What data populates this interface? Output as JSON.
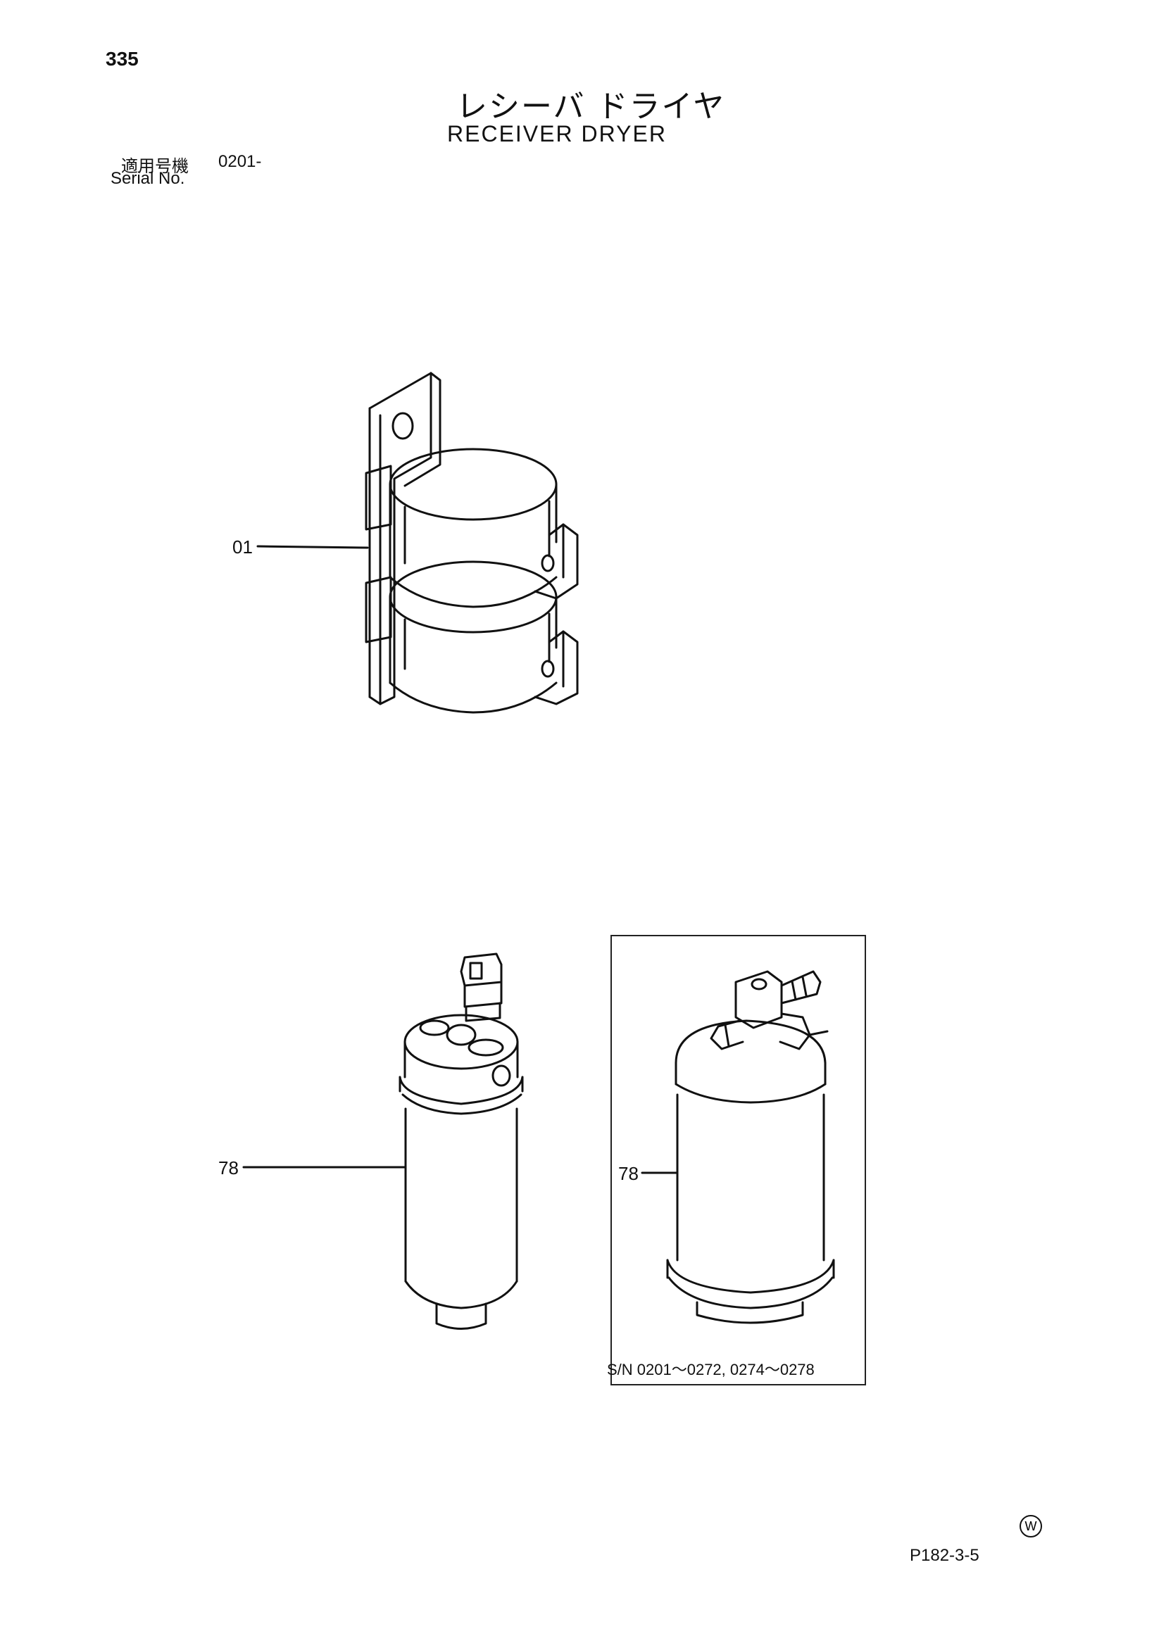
{
  "page": {
    "number": "335",
    "title_jp": "レシーバ ドライヤ",
    "title_en": "RECEIVER DRYER",
    "serial_label_jp": "適用号機",
    "serial_range": "0201-",
    "serial_label_en": "Serial No."
  },
  "callouts": [
    {
      "label": "01"
    },
    {
      "label": "78"
    },
    {
      "label": "78"
    }
  ],
  "inset": {
    "serial_note": "S/N  0201～0272, 0274～0278"
  },
  "footer": {
    "mark": "W",
    "code": "P182-3-5"
  }
}
